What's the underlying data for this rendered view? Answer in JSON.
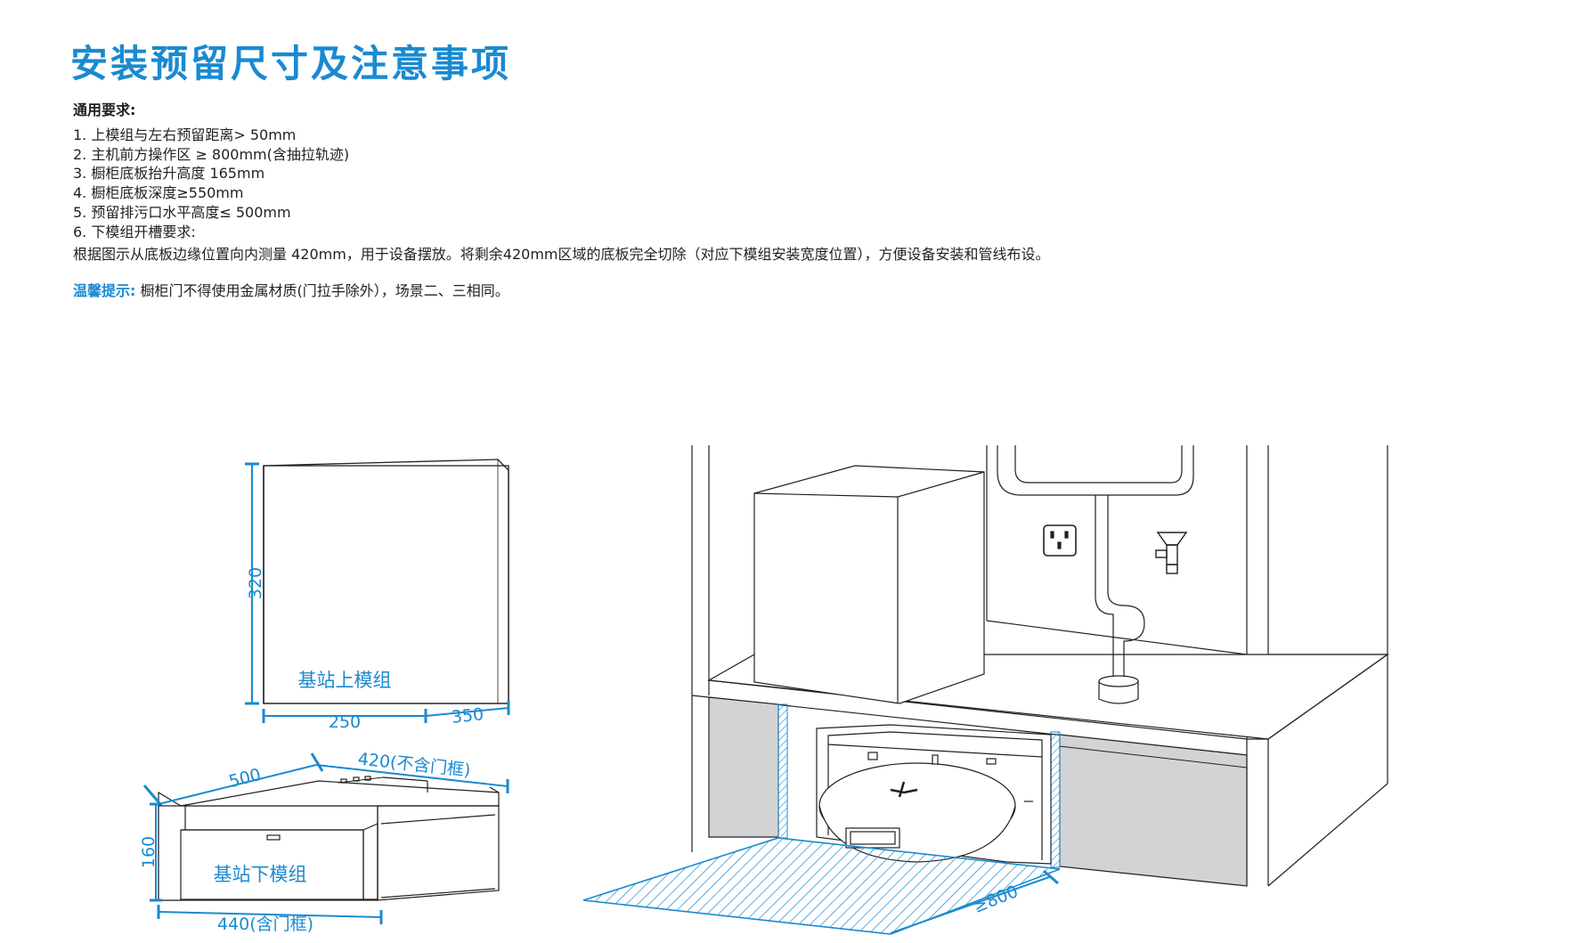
{
  "title": "安装预留尺寸及注意事项",
  "requirements": {
    "heading": "通用要求:",
    "items": [
      "1. 上模组与左右预留距离> 50mm",
      "2. 主机前方操作区 ≥ 800mm(含抽拉轨迹)",
      "3. 橱柜底板抬升高度 165mm",
      "4. 橱柜底板深度≥550mm",
      "5.  预留排污口水平高度≤ 500mm",
      "6. 下模组开槽要求:"
    ],
    "note": "根据图示从底板边缘位置向内测量 420mm，用于设备摆放。将剩余420mm区域的底板完全切除（对应下模组安装宽度位置），方便设备安装和管线布设。"
  },
  "tip": {
    "label": "温馨提示:",
    "text": "橱柜门不得使用金属材质(门拉手除外），场景二、三相同。"
  },
  "upper_module": {
    "label": "基站上模组",
    "height": "320",
    "width": "250",
    "depth": "350"
  },
  "lower_module": {
    "label": "基站下模组",
    "height": "160",
    "depth": "500",
    "cut_depth": "420(不含门框)",
    "width": "440(含门框)"
  },
  "scene": {
    "clearance": "≥800"
  },
  "colors": {
    "accent": "#1a8ad0",
    "line": "#231f20",
    "panel_gray": "#d1d3d4"
  }
}
